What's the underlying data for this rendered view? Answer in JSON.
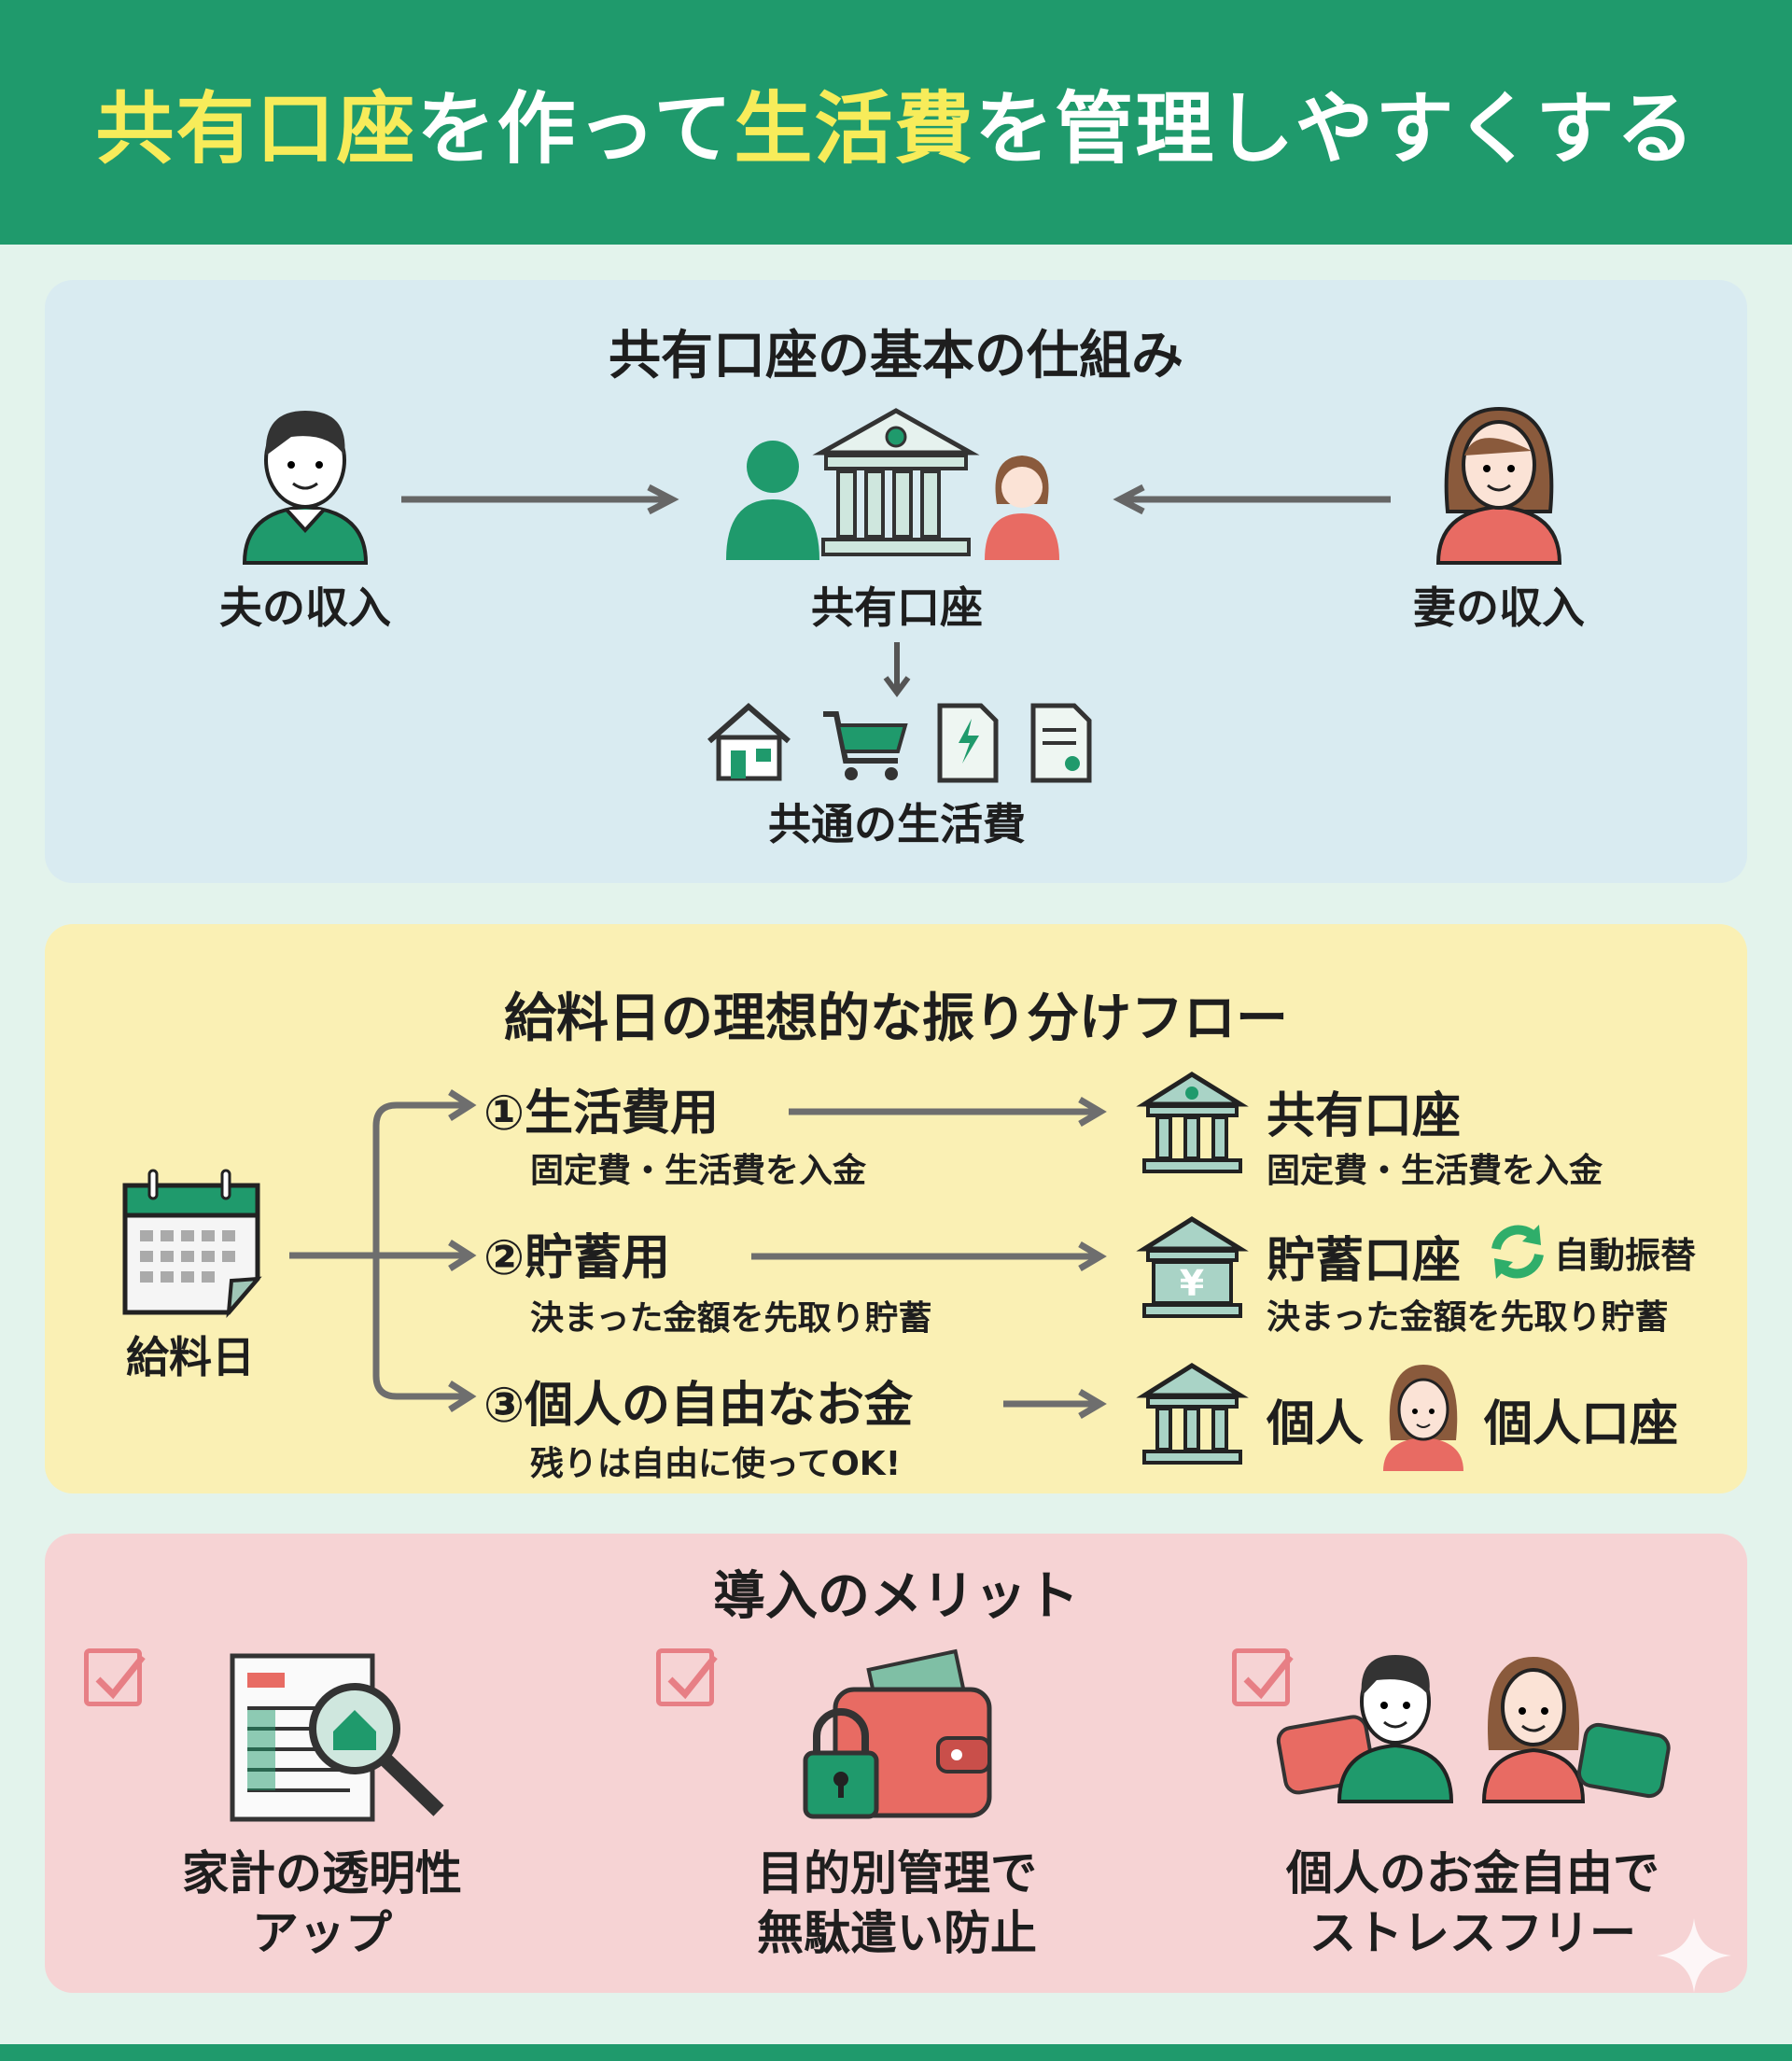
{
  "title": {
    "part1": "共有口座",
    "part2": "を作って",
    "part3": "生活費",
    "part4": "を管理しやすくする"
  },
  "colors": {
    "brand_green": "#1f9a6c",
    "highlight_yellow": "#f7ec5a",
    "wife_coral": "#e86b63"
  },
  "basics": {
    "heading": "共有口座の基本の仕組み",
    "husband_label": "夫の収入",
    "shared_label": "共有口座",
    "wife_label": "妻の収入",
    "expenses_label": "共通の生活費",
    "expense_icons": [
      "house-icon",
      "shopping-cart-icon",
      "electricity-bill-icon",
      "invoice-icon"
    ]
  },
  "flow": {
    "heading": "給料日の理想的な振り分けフロー",
    "payday_label": "給料日",
    "rows": [
      {
        "title": "①生活費用",
        "desc": "固定費・生活費を入金",
        "dest": "共有口座",
        "dest_desc": "固定費・生活費を入金"
      },
      {
        "title": "②貯蓄用",
        "desc": "決まった金額を先取り貯蓄",
        "dest": "貯蓄口座",
        "dest_badge": "自動振替",
        "dest_desc": "決まった金額を先取り貯蓄"
      },
      {
        "title": "③個人の自由なお金",
        "desc": "残りは自由に使ってOK!",
        "dest": "個人",
        "dest2": "個人口座"
      }
    ]
  },
  "merits": {
    "heading": "導入のメリット",
    "items": [
      {
        "line1": "家計の透明性",
        "line2": "アップ"
      },
      {
        "line1": "目的別管理で",
        "line2": "無駄遣い防止"
      },
      {
        "line1": "個人のお金自由で",
        "line2": "ストレスフリー"
      }
    ]
  }
}
